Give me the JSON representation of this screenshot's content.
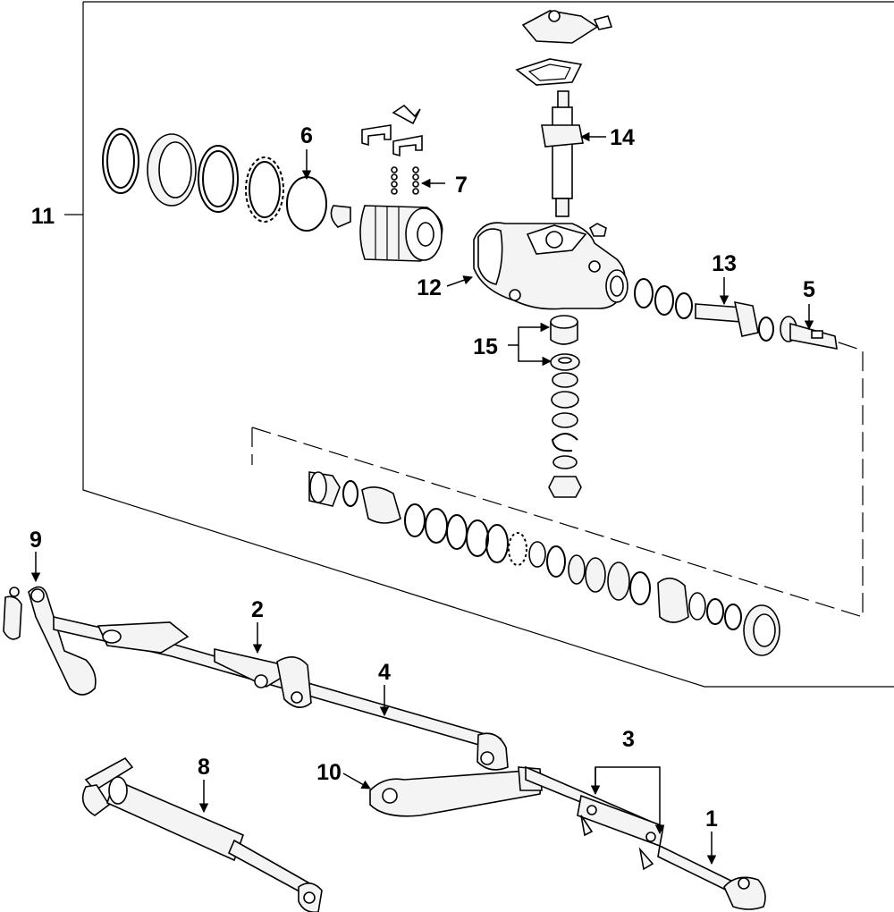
{
  "diagram": {
    "callouts": [
      {
        "id": "c1",
        "label": "1"
      },
      {
        "id": "c2",
        "label": "2"
      },
      {
        "id": "c3",
        "label": "3"
      },
      {
        "id": "c4",
        "label": "4"
      },
      {
        "id": "c5",
        "label": "5"
      },
      {
        "id": "c6",
        "label": "6"
      },
      {
        "id": "c7",
        "label": "7"
      },
      {
        "id": "c8",
        "label": "8"
      },
      {
        "id": "c9",
        "label": "9"
      },
      {
        "id": "c10",
        "label": "10"
      },
      {
        "id": "c11",
        "label": "11"
      },
      {
        "id": "c12",
        "label": "12"
      },
      {
        "id": "c13",
        "label": "13"
      },
      {
        "id": "c14",
        "label": "14"
      },
      {
        "id": "c15",
        "label": "15"
      }
    ],
    "colors": {
      "ink": "#000000",
      "paper": "#ffffff",
      "part_fill": "#f4f4f4"
    }
  }
}
